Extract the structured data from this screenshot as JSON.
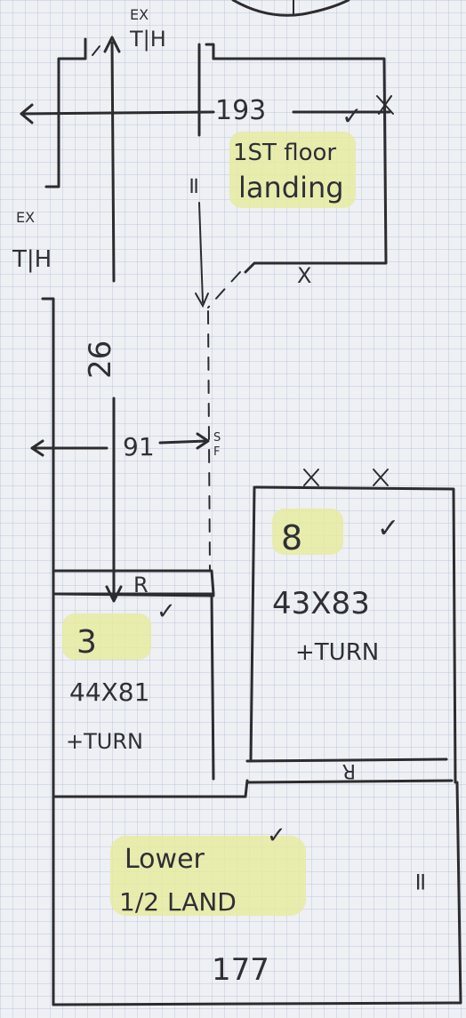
{
  "labels": {
    "ex_th_top": [
      "EX",
      "T|H"
    ],
    "ex_th_left": [
      "EX",
      "T|H"
    ],
    "dim_top_width": "193",
    "check": "✓",
    "cross": "X",
    "first_floor_landing": [
      "1ST floor",
      "landing"
    ],
    "equals": "=",
    "stair_height_arrow": "26",
    "dim_91": "91",
    "sf": [
      "S",
      "F"
    ],
    "riser_mark": "R",
    "lower_flight": {
      "winders": "3",
      "size": "44X81",
      "turn": "+TURN"
    },
    "upper_flight": {
      "winders": "8",
      "size": "43X83",
      "turn": "+TURN"
    },
    "lower_half_landing": [
      "Lower",
      "1/2 LAND"
    ],
    "dim_bottom_width": "177"
  },
  "colors": {
    "ink": "#2c2c30",
    "highlight": "#e6eba0",
    "paper": "#eef0f4",
    "grid": "#9aaac8"
  }
}
